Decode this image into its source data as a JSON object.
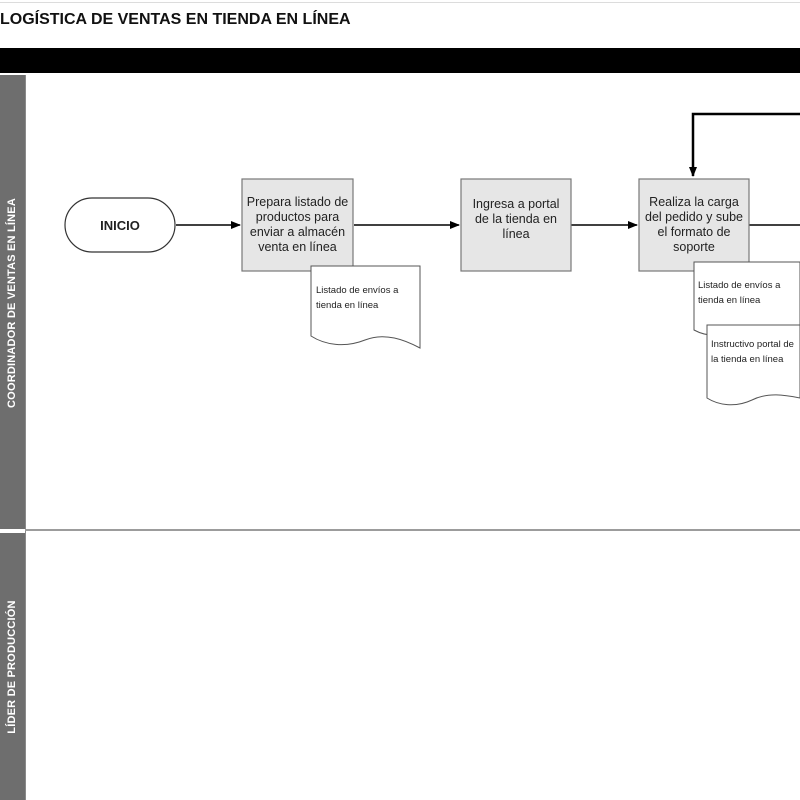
{
  "title": "LOGÍSTICA DE VENTAS EN TIENDA EN LÍNEA",
  "lanes": [
    {
      "label": "COORDINADOR DE VENTAS EN LÍNEA"
    },
    {
      "label": "LÍDER DE PRODUCCIÓN"
    }
  ],
  "nodes": {
    "start": "INICIO",
    "step1": "Prepara listado de productos para enviar a almacén venta en línea",
    "step2": "Ingresa a portal de la tienda en línea",
    "step3": "Realiza la carga del pedido y sube el formato de soporte"
  },
  "documents": {
    "doc1": "Listado de envíos a tienda en línea",
    "doc2": "Listado de envíos a tienda en línea",
    "doc3": "Instructivo portal de la tienda en línea"
  },
  "colors": {
    "process_fill": "#e6e6e6",
    "lane_label_bg": "#6e6e6e",
    "header_bar": "#000000"
  }
}
